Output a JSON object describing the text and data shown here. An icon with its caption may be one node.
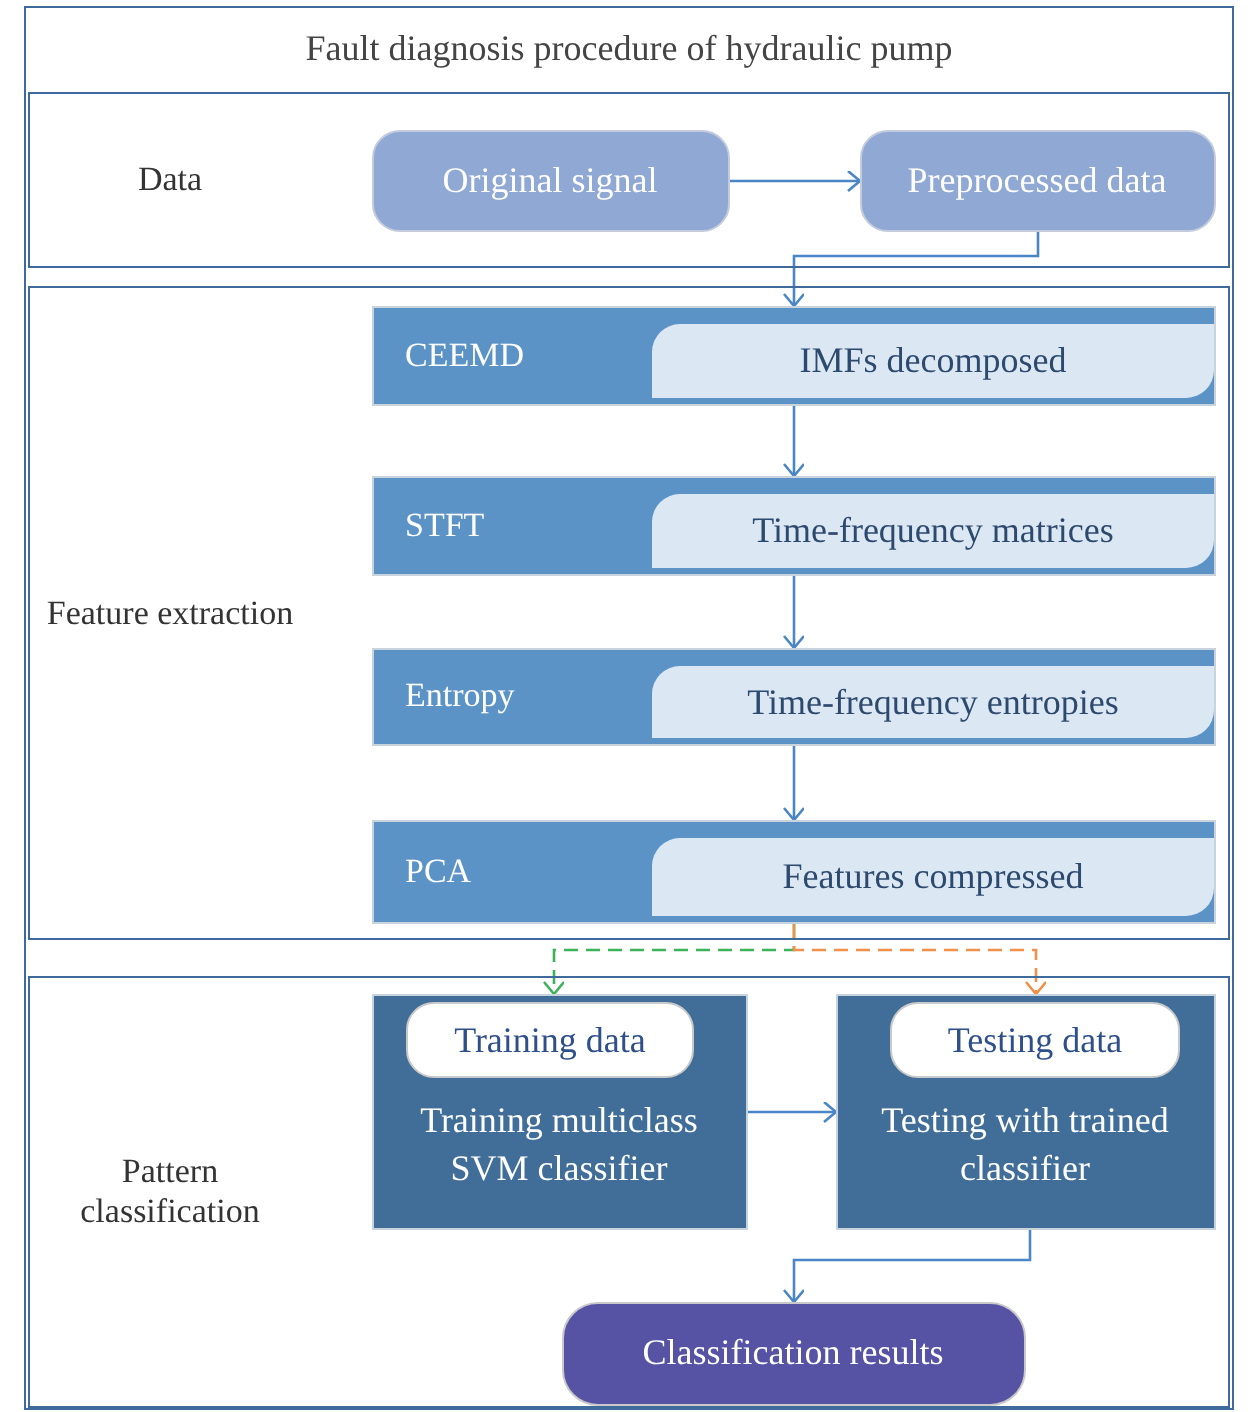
{
  "diagram": {
    "title": "Fault diagnosis procedure of hydraulic pump",
    "nodes": [
      {
        "text": [
          "Data"
        ]
      },
      {
        "text": [
          "Original signal"
        ],
        "in": 0
      },
      {
        "text": [
          "Preprocessed data"
        ],
        "in": 0
      },
      {
        "text": [
          "Feature extraction"
        ]
      },
      {
        "text": [
          "CEEMD"
        ],
        "in": 3
      },
      {
        "text": [
          "IMFs decomposed"
        ],
        "in": 4
      },
      {
        "text": [
          "STFT"
        ],
        "in": 3
      },
      {
        "text": [
          "Time-frequency matrices"
        ],
        "in": 6
      },
      {
        "text": [
          "Entropy"
        ],
        "in": 3
      },
      {
        "text": [
          "Time-frequency entropies"
        ],
        "in": 8
      },
      {
        "text": [
          "PCA"
        ],
        "in": 3
      },
      {
        "text": [
          "Features compressed"
        ],
        "in": 10
      },
      {
        "text": [
          "Pattern classification"
        ]
      },
      {
        "text": [
          "Training multiclass SVM classifier"
        ],
        "in": 12
      },
      {
        "text": [
          "Training data"
        ],
        "in": 13
      },
      {
        "text": [
          "Testing with trained classifier"
        ],
        "in": 12
      },
      {
        "text": [
          "Testing data"
        ],
        "in": 15
      },
      {
        "text": [
          "Classification results"
        ],
        "in": 12
      }
    ],
    "edges": [
      {
        "from": 1,
        "to": 2,
        "arrow": "to"
      },
      {
        "from": 2,
        "to": 4,
        "arrow": "to"
      },
      {
        "from": 4,
        "to": 6,
        "arrow": "to"
      },
      {
        "from": 6,
        "to": 8,
        "arrow": "to"
      },
      {
        "from": 8,
        "to": 10,
        "arrow": "to"
      },
      {
        "from": 10,
        "to": 13,
        "arrow": "to",
        "style": "dashed",
        "color": "#3cb35a"
      },
      {
        "from": 10,
        "to": 15,
        "arrow": "to",
        "style": "dashed",
        "color": "#f0904a"
      },
      {
        "from": 13,
        "to": 15,
        "arrow": "to"
      },
      {
        "from": 15,
        "to": 17,
        "arrow": "to"
      }
    ]
  }
}
